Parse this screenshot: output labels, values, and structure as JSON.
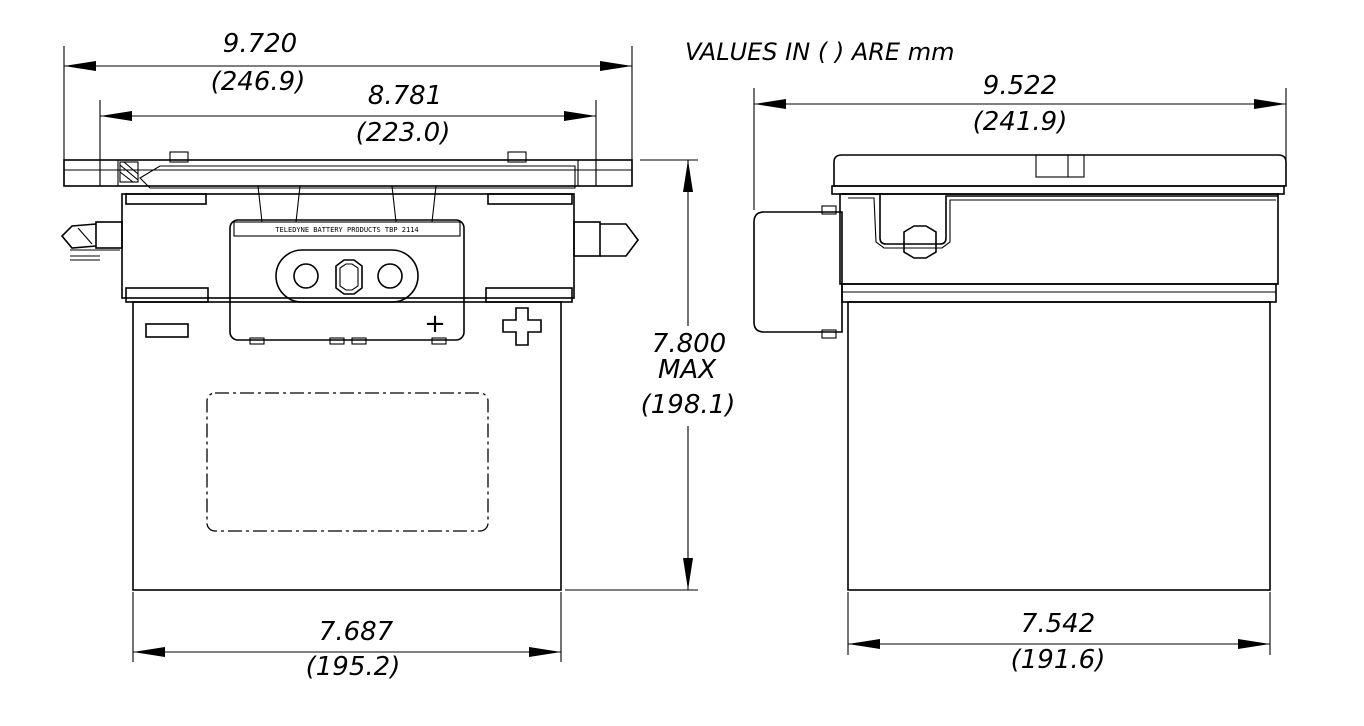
{
  "note": "VALUES IN ( ) ARE mm",
  "front_view": {
    "overall_width": {
      "in": "9.720",
      "mm": "(246.9)"
    },
    "mount_width": {
      "in": "8.781",
      "mm": "(223.0)"
    },
    "height": {
      "in": "7.800",
      "qualifier": "MAX",
      "mm": "(198.1)"
    },
    "case_width": {
      "in": "7.687",
      "mm": "(195.2)"
    },
    "nameplate": "TELEDYNE    BATTERY    PRODUCTS    TBP    2114",
    "terminal_marks": [
      "+",
      "+"
    ]
  },
  "side_view": {
    "lid_width": {
      "in": "9.522",
      "mm": "(241.9)"
    },
    "case_width": {
      "in": "7.542",
      "mm": "(191.6)"
    }
  }
}
